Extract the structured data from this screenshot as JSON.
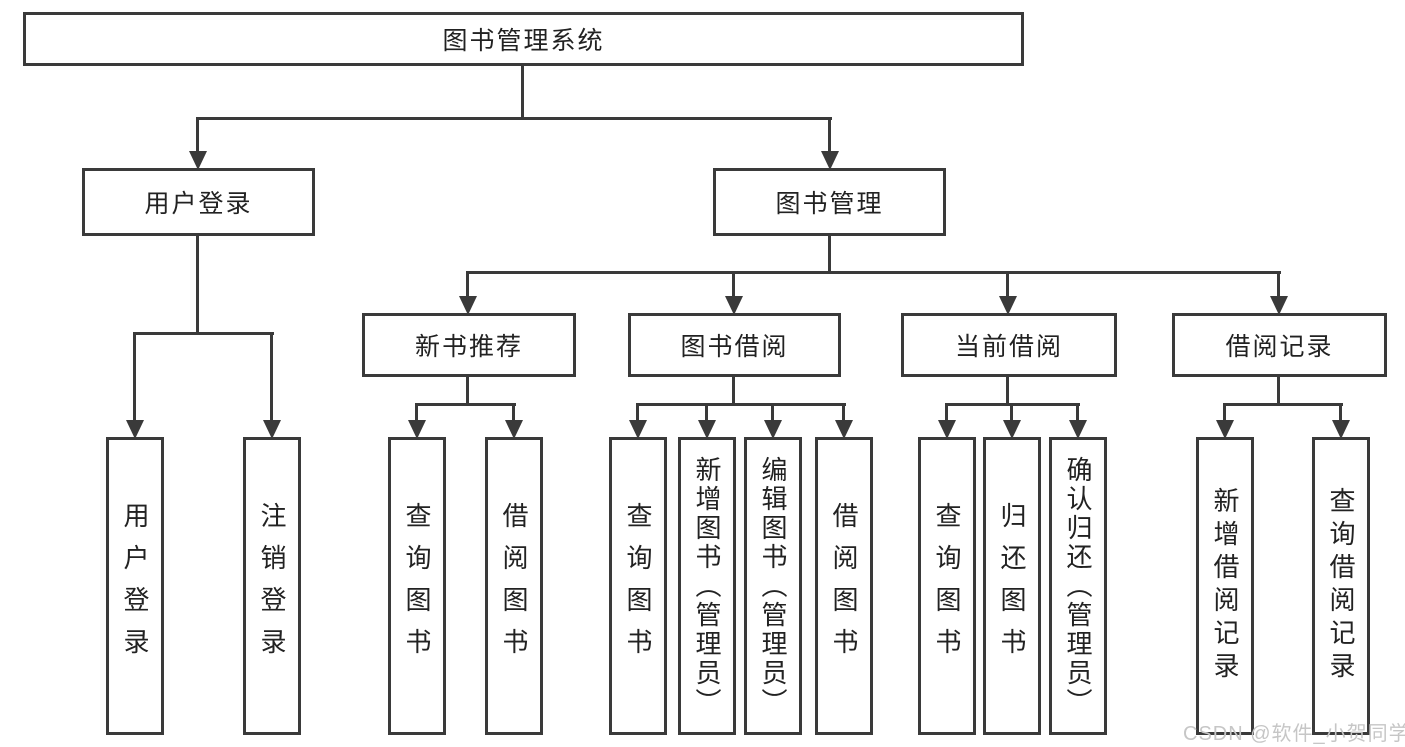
{
  "colors": {
    "line": "#3a3a3a",
    "text": "#222222",
    "watermark": "#c6c6c6"
  },
  "watermark": "CSDN @软件_小贺同学",
  "tree": {
    "root": {
      "label": "图书管理系统"
    },
    "branches": [
      {
        "label": "用户登录",
        "children": [
          {
            "label": "用户登录"
          },
          {
            "label": "注销登录"
          }
        ]
      },
      {
        "label": "图书管理",
        "groups": [
          {
            "label": "新书推荐",
            "children": [
              {
                "label": "查询图书"
              },
              {
                "label": "借阅图书"
              }
            ]
          },
          {
            "label": "图书借阅",
            "children": [
              {
                "label": "查询图书"
              },
              {
                "label": "新增图书（管理员）"
              },
              {
                "label": "编辑图书（管理员）"
              },
              {
                "label": "借阅图书"
              }
            ]
          },
          {
            "label": "当前借阅",
            "children": [
              {
                "label": "查询图书"
              },
              {
                "label": "归还图书"
              },
              {
                "label": "确认归还（管理员）"
              }
            ]
          },
          {
            "label": "借阅记录",
            "children": [
              {
                "label": "新增借阅记录"
              },
              {
                "label": "查询借阅记录"
              }
            ]
          }
        ]
      }
    ]
  }
}
